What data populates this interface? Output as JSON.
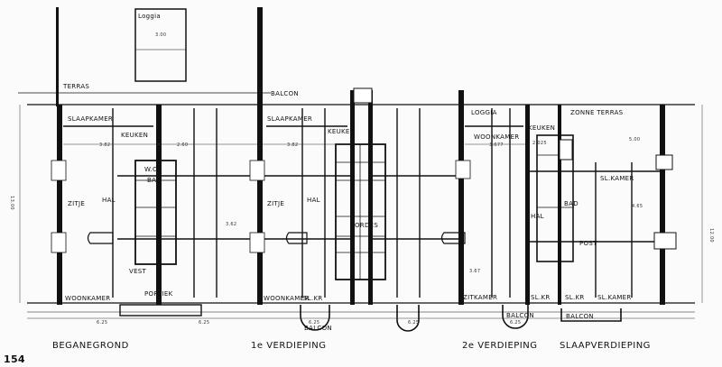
{
  "page_number": "154",
  "labels": {
    "loggia_top": "Loggia",
    "terras": "TERRAS",
    "balcon_top": "BALCON",
    "loggia_mid": "LOGGIA",
    "zonne_terras": "ZONNE TERRAS",
    "slaapkamer_1": "SLAAPKAMER",
    "keuken_1": "KEUKEN",
    "zitje_1": "ZITJE",
    "hal_1": "HAL",
    "vest": "VEST",
    "portiek": "PORTIEK",
    "woonkamer_1": "WOONKAMER",
    "wc": "W.C.",
    "bad_1": "BAD",
    "slaapkamer_2": "SLAAPKAMER",
    "keuken_2": "KEUKEN",
    "zitje_2": "ZITJE",
    "hal_2": "HAL",
    "bordes": "BORDES",
    "woonkamer_2": "WOONKAMER",
    "slkr_1": "SL.KR",
    "balcon_1": "BALCON",
    "woonkamer_3": "WOONKAMER",
    "keuken_3": "KEUKEN",
    "hal_3": "HAL",
    "zitkamer": "ZITKAMER",
    "slkr_2": "SL.KR",
    "balcon_2": "BALCON",
    "bad_2": "BAD",
    "post": "POST",
    "slkamer_1": "SL.KAMER",
    "slkr_3": "SL.KR",
    "slkamer_2": "SL.KAMER",
    "balcon_3": "BALCON"
  },
  "dimensions": {
    "total_depth": "13.00",
    "total_depth_right": "12.00",
    "d1": "3.00",
    "d2": "6.25",
    "d3": "6.25",
    "d4": "6.25",
    "d5": "6.25",
    "d6": "6.25",
    "d7": "3.82",
    "d8": "2.60",
    "d9": "3.82",
    "d10": "3.62",
    "d11": "3.67",
    "d12": "5.00",
    "d13": "2.025",
    "d14": "3.677",
    "d15": "4.65"
  },
  "floor_titles": {
    "ground": "BEGANEGROND",
    "first": "1e VERDIEPING",
    "second": "2e VERDIEPING",
    "sleeping": "SLAAPVERDIEPING"
  }
}
